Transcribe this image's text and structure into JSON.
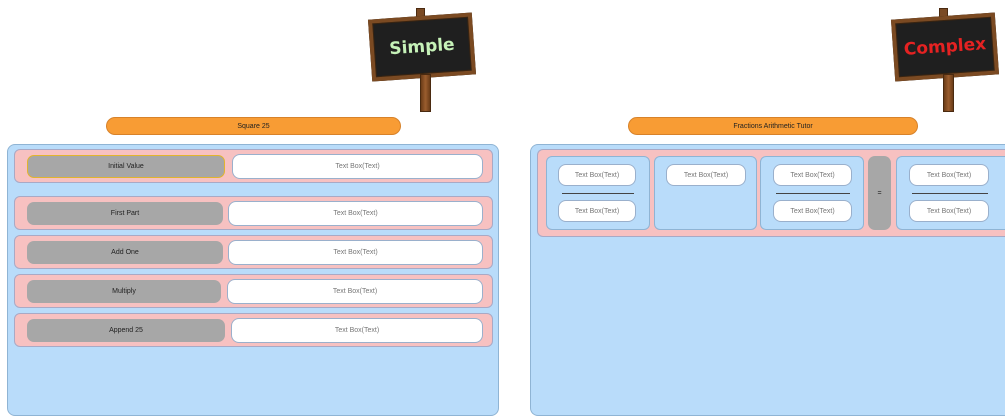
{
  "signs": {
    "simple": {
      "label": "Simple",
      "color": "#c6f2b8"
    },
    "complex": {
      "label": "Complex",
      "color": "#e52222"
    }
  },
  "left": {
    "title": "Square 25",
    "rows": [
      {
        "label": "Initial Value",
        "box": "Text Box(Text)"
      },
      {
        "label": "First Part",
        "box": "Text Box(Text)"
      },
      {
        "label": "Add One",
        "box": "Text Box(Text)"
      },
      {
        "label": "Multiply",
        "box": "Text Box(Text)"
      },
      {
        "label": "Append 25",
        "box": "Text Box(Text)"
      }
    ]
  },
  "right": {
    "title": "Fractions Arithmetic Tutor",
    "fraction1": {
      "numerator": "Text Box(Text)",
      "denominator": "Text Box(Text)"
    },
    "operator_box": "Text Box(Text)",
    "fraction2": {
      "numerator": "Text Box(Text)",
      "denominator": "Text Box(Text)"
    },
    "equals": "=",
    "result": {
      "numerator": "Text Box(Text)",
      "denominator": "Text Box(Text)"
    }
  },
  "colors": {
    "title_pill": "#f89c34",
    "panel": "#b9dcfa",
    "row": "#f7c1c1",
    "label": "#a7a7a7"
  }
}
